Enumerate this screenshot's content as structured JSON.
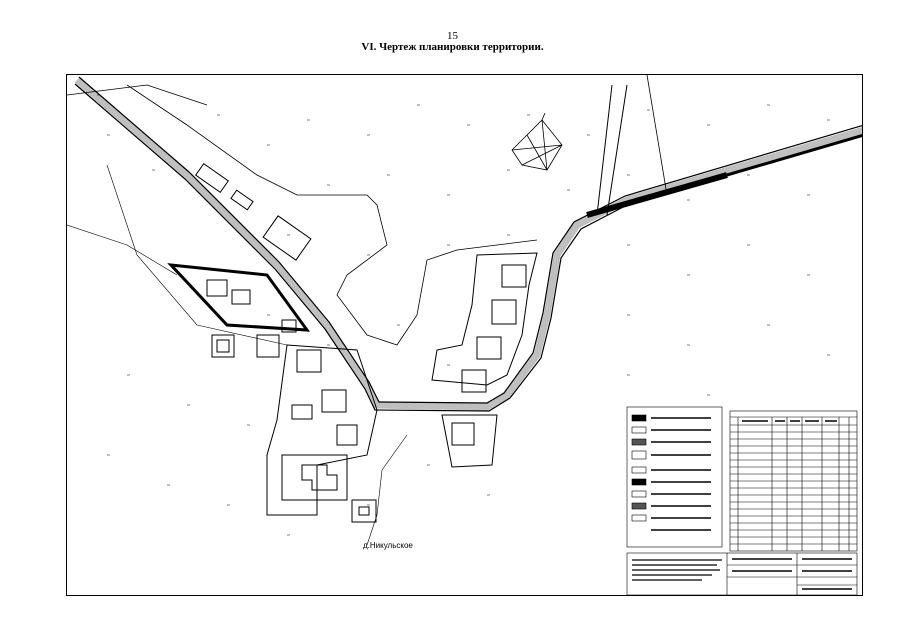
{
  "page": {
    "number": "15",
    "title": "VI.     Чертеж планировки территории."
  },
  "map": {
    "village_label": "д.Никульское"
  },
  "colors": {
    "ink": "#000000",
    "paper": "#ffffff",
    "hatch": "#555555"
  }
}
